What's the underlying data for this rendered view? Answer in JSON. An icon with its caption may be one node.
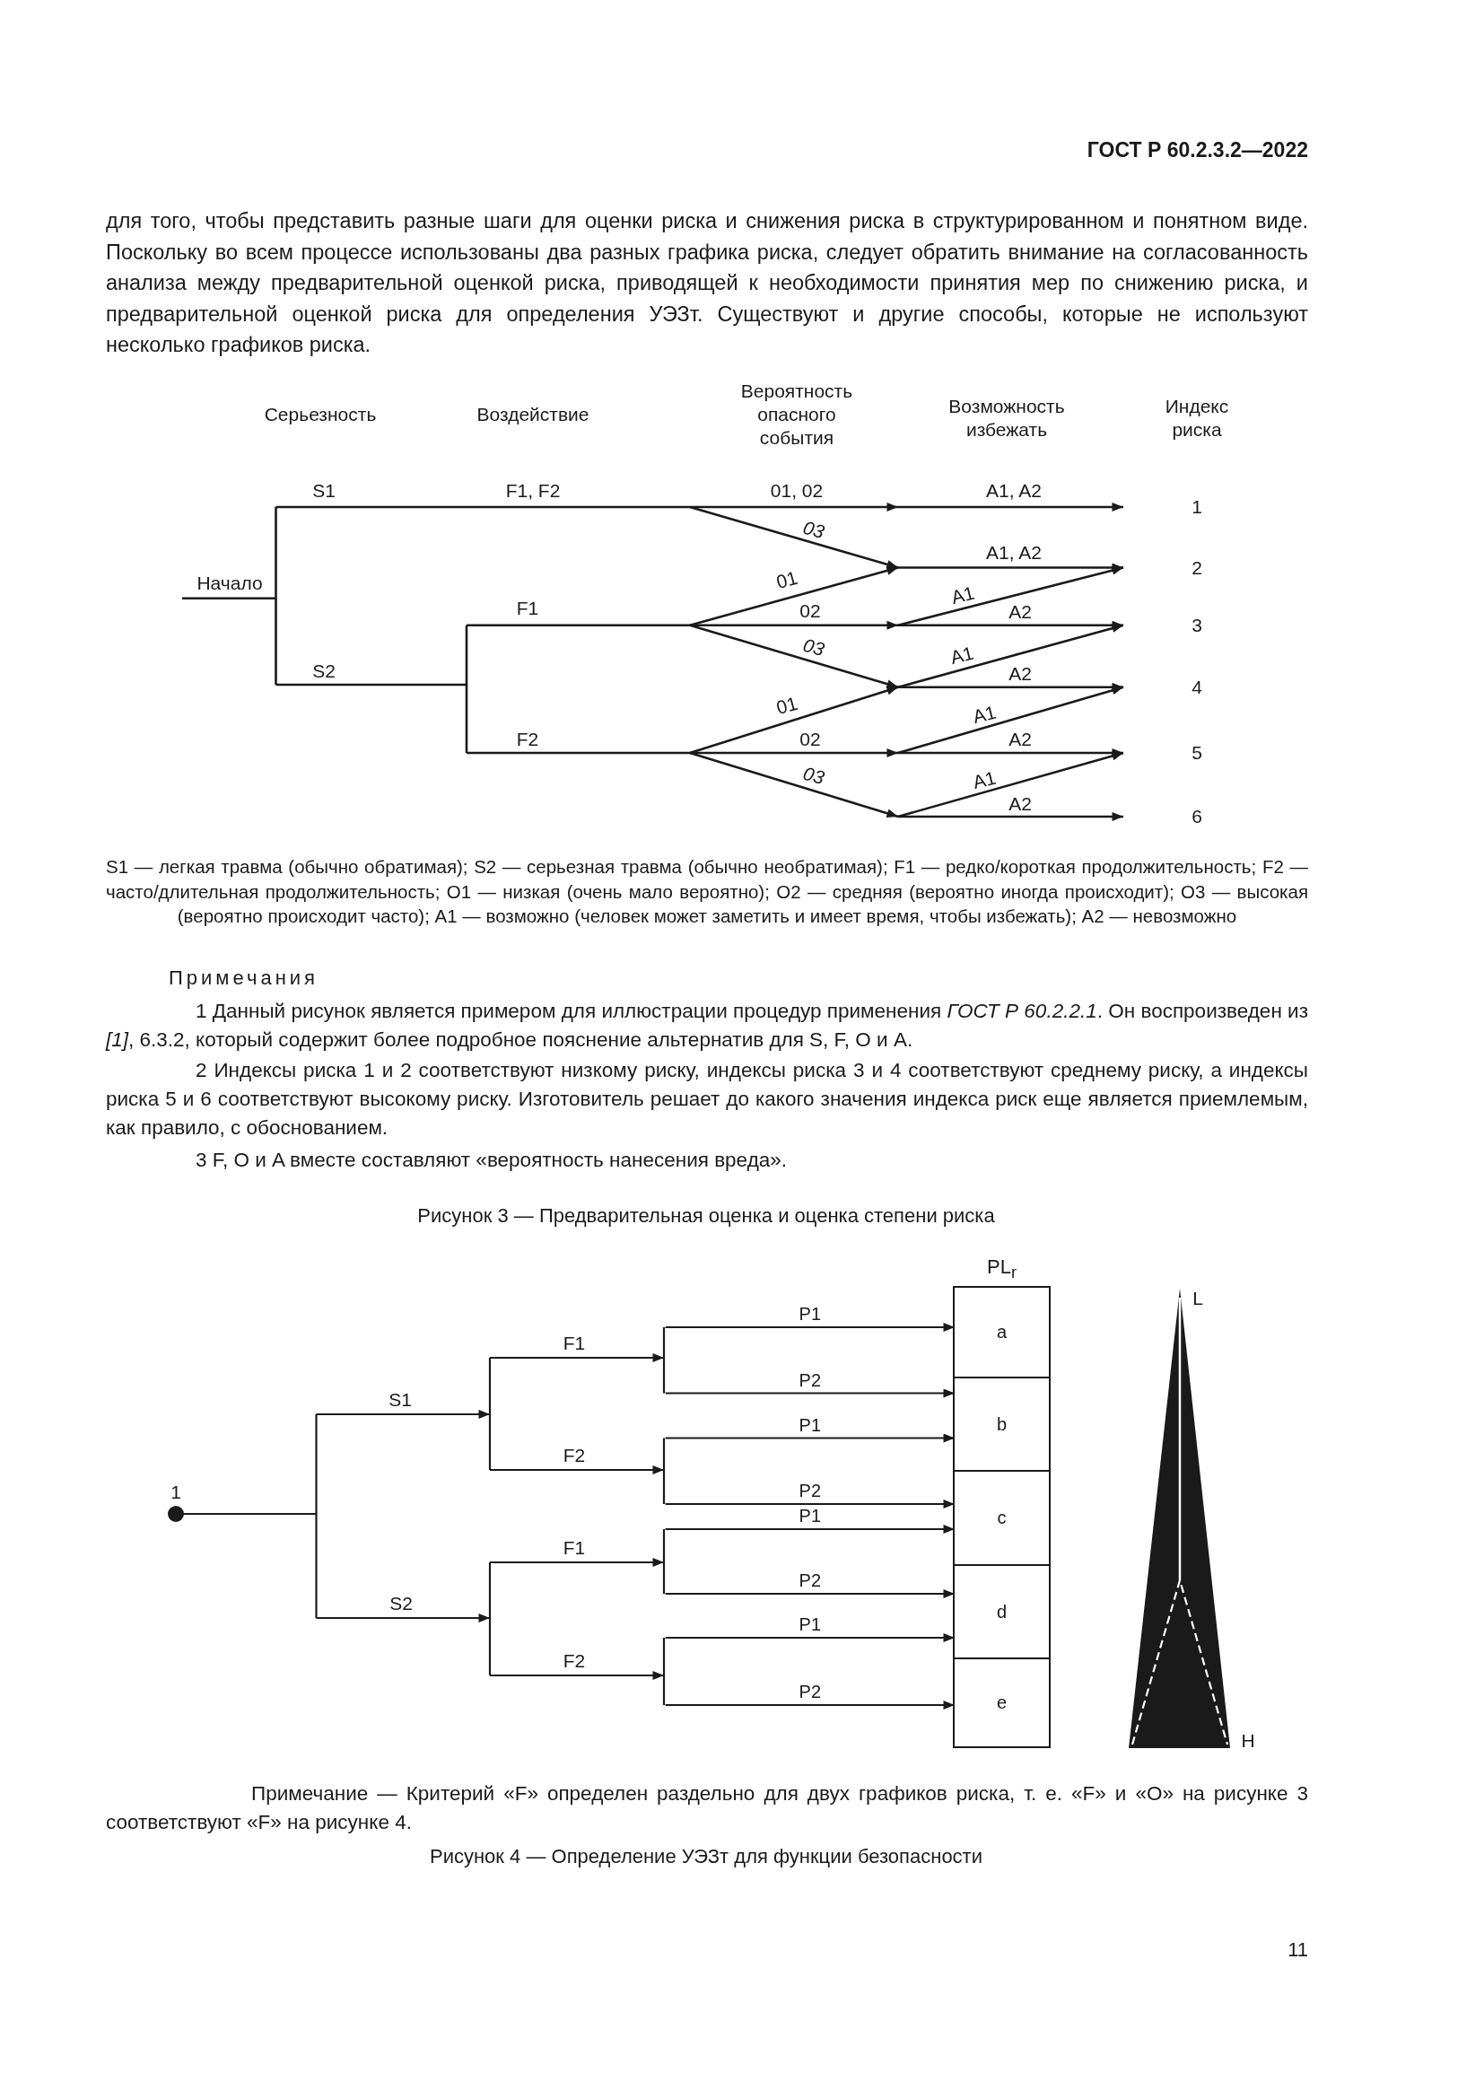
{
  "diagram": {
    "nodes": [
      {
        "text": [
          "PL$_{r}$"
        ]
      },
      {
        "text": [
          "a"
        ],
        "in": 0
      },
      {
        "text": [
          "b"
        ],
        "in": 0
      },
      {
        "text": [
          "c"
        ],
        "in": 0
      },
      {
        "text": [
          "d"
        ],
        "in": 0
      },
      {
        "text": [
          "e"
        ],
        "in": 0
      }
    ],
    "edges": [
      {
        "from": null,
        "to": 1,
        "arrow": "to",
        "label": "P1"
      },
      {
        "from": null,
        "to": 2,
        "arrow": "to",
        "label": "P2"
      },
      {
        "from": null,
        "to": 2,
        "arrow": "to",
        "label": "P1"
      },
      {
        "from": null,
        "to": 3,
        "arrow": "to",
        "label": "P2"
      },
      {
        "from": null,
        "to": 3,
        "arrow": "to",
        "label": "P1"
      },
      {
        "from": null,
        "to": 4,
        "arrow": "to",
        "label": "P2"
      },
      {
        "from": null,
        "to": 4,
        "arrow": "to",
        "label": "P1"
      },
      {
        "from": null,
        "to": 5,
        "arrow": "to",
        "label": "P2"
      }
    ],
    "labels": [
      "ГОСТ Р 60.2.3.2—2022",
      "для того, чтобы представить разные шаги для оценки риска и снижения риска в структурированном и понятном виде. Поскольку во всем процессе использованы два разных графика риска, следует обратить внимание на согласованность анализа между предварительной оценкой риска, приводящей к необходимости принятия мер по снижению риска, и предварительной оценкой риска для определения УЭЗт. Существуют и другие способы, которые не используют несколько графиков риска.",
      "Серьезность",
      "Воздействие",
      "Вероятность опасного события",
      "Возможность избежать",
      "Индекс риска",
      "S1",
      "F1, F2",
      "01, 02",
      "A1, A2",
      "1",
      "03",
      "A1, A2",
      "2",
      "Начало",
      "01",
      "A1",
      "F1",
      "02",
      "A2",
      "3",
      "03",
      "A1",
      "S2",
      "A2",
      "4",
      "01",
      "A1",
      "F2",
      "02",
      "A2",
      "5",
      "03",
      "A1",
      "A2",
      "6",
      "S1 — легкая травма (обычно обратимая); S2 — серьезная травма (обычно необратимая); F1 — редко/короткая продолжительность; F2 — часто/длительная продолжительность; O1 — низкая (очень мало вероятно); O2 — средняя (вероятно иногда происходит); O3 — высокая (вероятно происходит часто); A1 — возможно (человек может заметить и имеет время, чтобы избежать); A2 — невозможно",
      "Примечания",
      "1 Данный рисунок является примером для иллюстрации процедур применения *ГОСТ Р 60.2.2.1*. Он воспроизведен из *[1]*, 6.3.2, который содержит более подробное пояснение альтернатив для S, F, O и A.",
      "2 Индексы риска 1 и 2 соответствуют низкому риску, индексы риска 3 и 4 соответствуют среднему риску, а индексы риска 5 и 6 соответствуют высокому риску. Изготовитель решает до какого значения индекса риск еще является приемлемым, как правило, с обоснованием.",
      "3 F, O и A вместе составляют «вероятность нанесения вреда».",
      "Рисунок 3 — Предварительная оценка и оценка степени риска",
      "L",
      "F1",
      "S1",
      "F2",
      "1",
      "F1",
      "S2",
      "F2",
      "H",
      "Примечание — Критерий «F» определен раздельно для двух графиков риска, т. е. «F» и «O» на рисунке 3 соответствуют «F» на рисунке 4.",
      "Рисунок 4 — Определение УЭЗт для функции безопасности",
      "11"
    ]
  }
}
